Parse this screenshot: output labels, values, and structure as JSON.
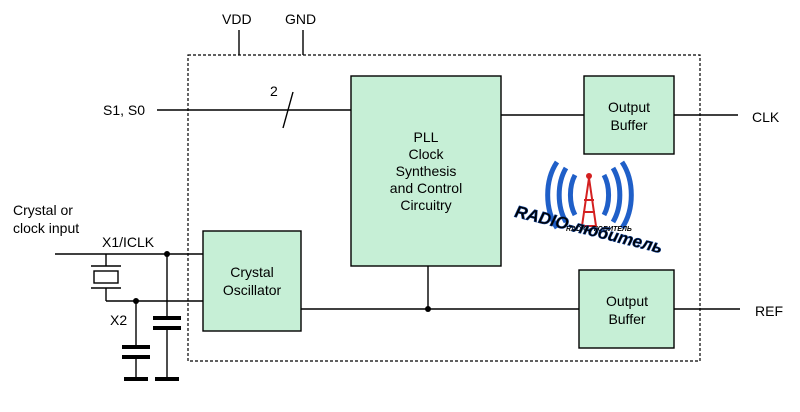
{
  "diagram": {
    "pins": {
      "vdd": "VDD",
      "gnd": "GND",
      "sel": "S1, S0",
      "bus_width": "2",
      "clk": "CLK",
      "ref": "REF",
      "x1": "X1/ICLK",
      "x2": "X2",
      "input_line1": "Crystal or",
      "input_line2": "clock input"
    },
    "blocks": {
      "pll": [
        "PLL",
        "Clock",
        "Synthesis",
        "and Control",
        "Circuitry"
      ],
      "osc": [
        "Crystal",
        "Oscillator"
      ],
      "buf_clk": [
        "Output",
        "Buffer"
      ],
      "buf_ref": [
        "Output",
        "Buffer"
      ]
    },
    "watermark": {
      "text": "RADIO-любитель",
      "small_text": "RADIO-ЛЮБИТЕЛЬ"
    },
    "colors": {
      "block_fill": "#c6efd6",
      "line": "#000000",
      "watermark_blue": "#1f5fc8",
      "watermark_red": "#d42020"
    }
  }
}
